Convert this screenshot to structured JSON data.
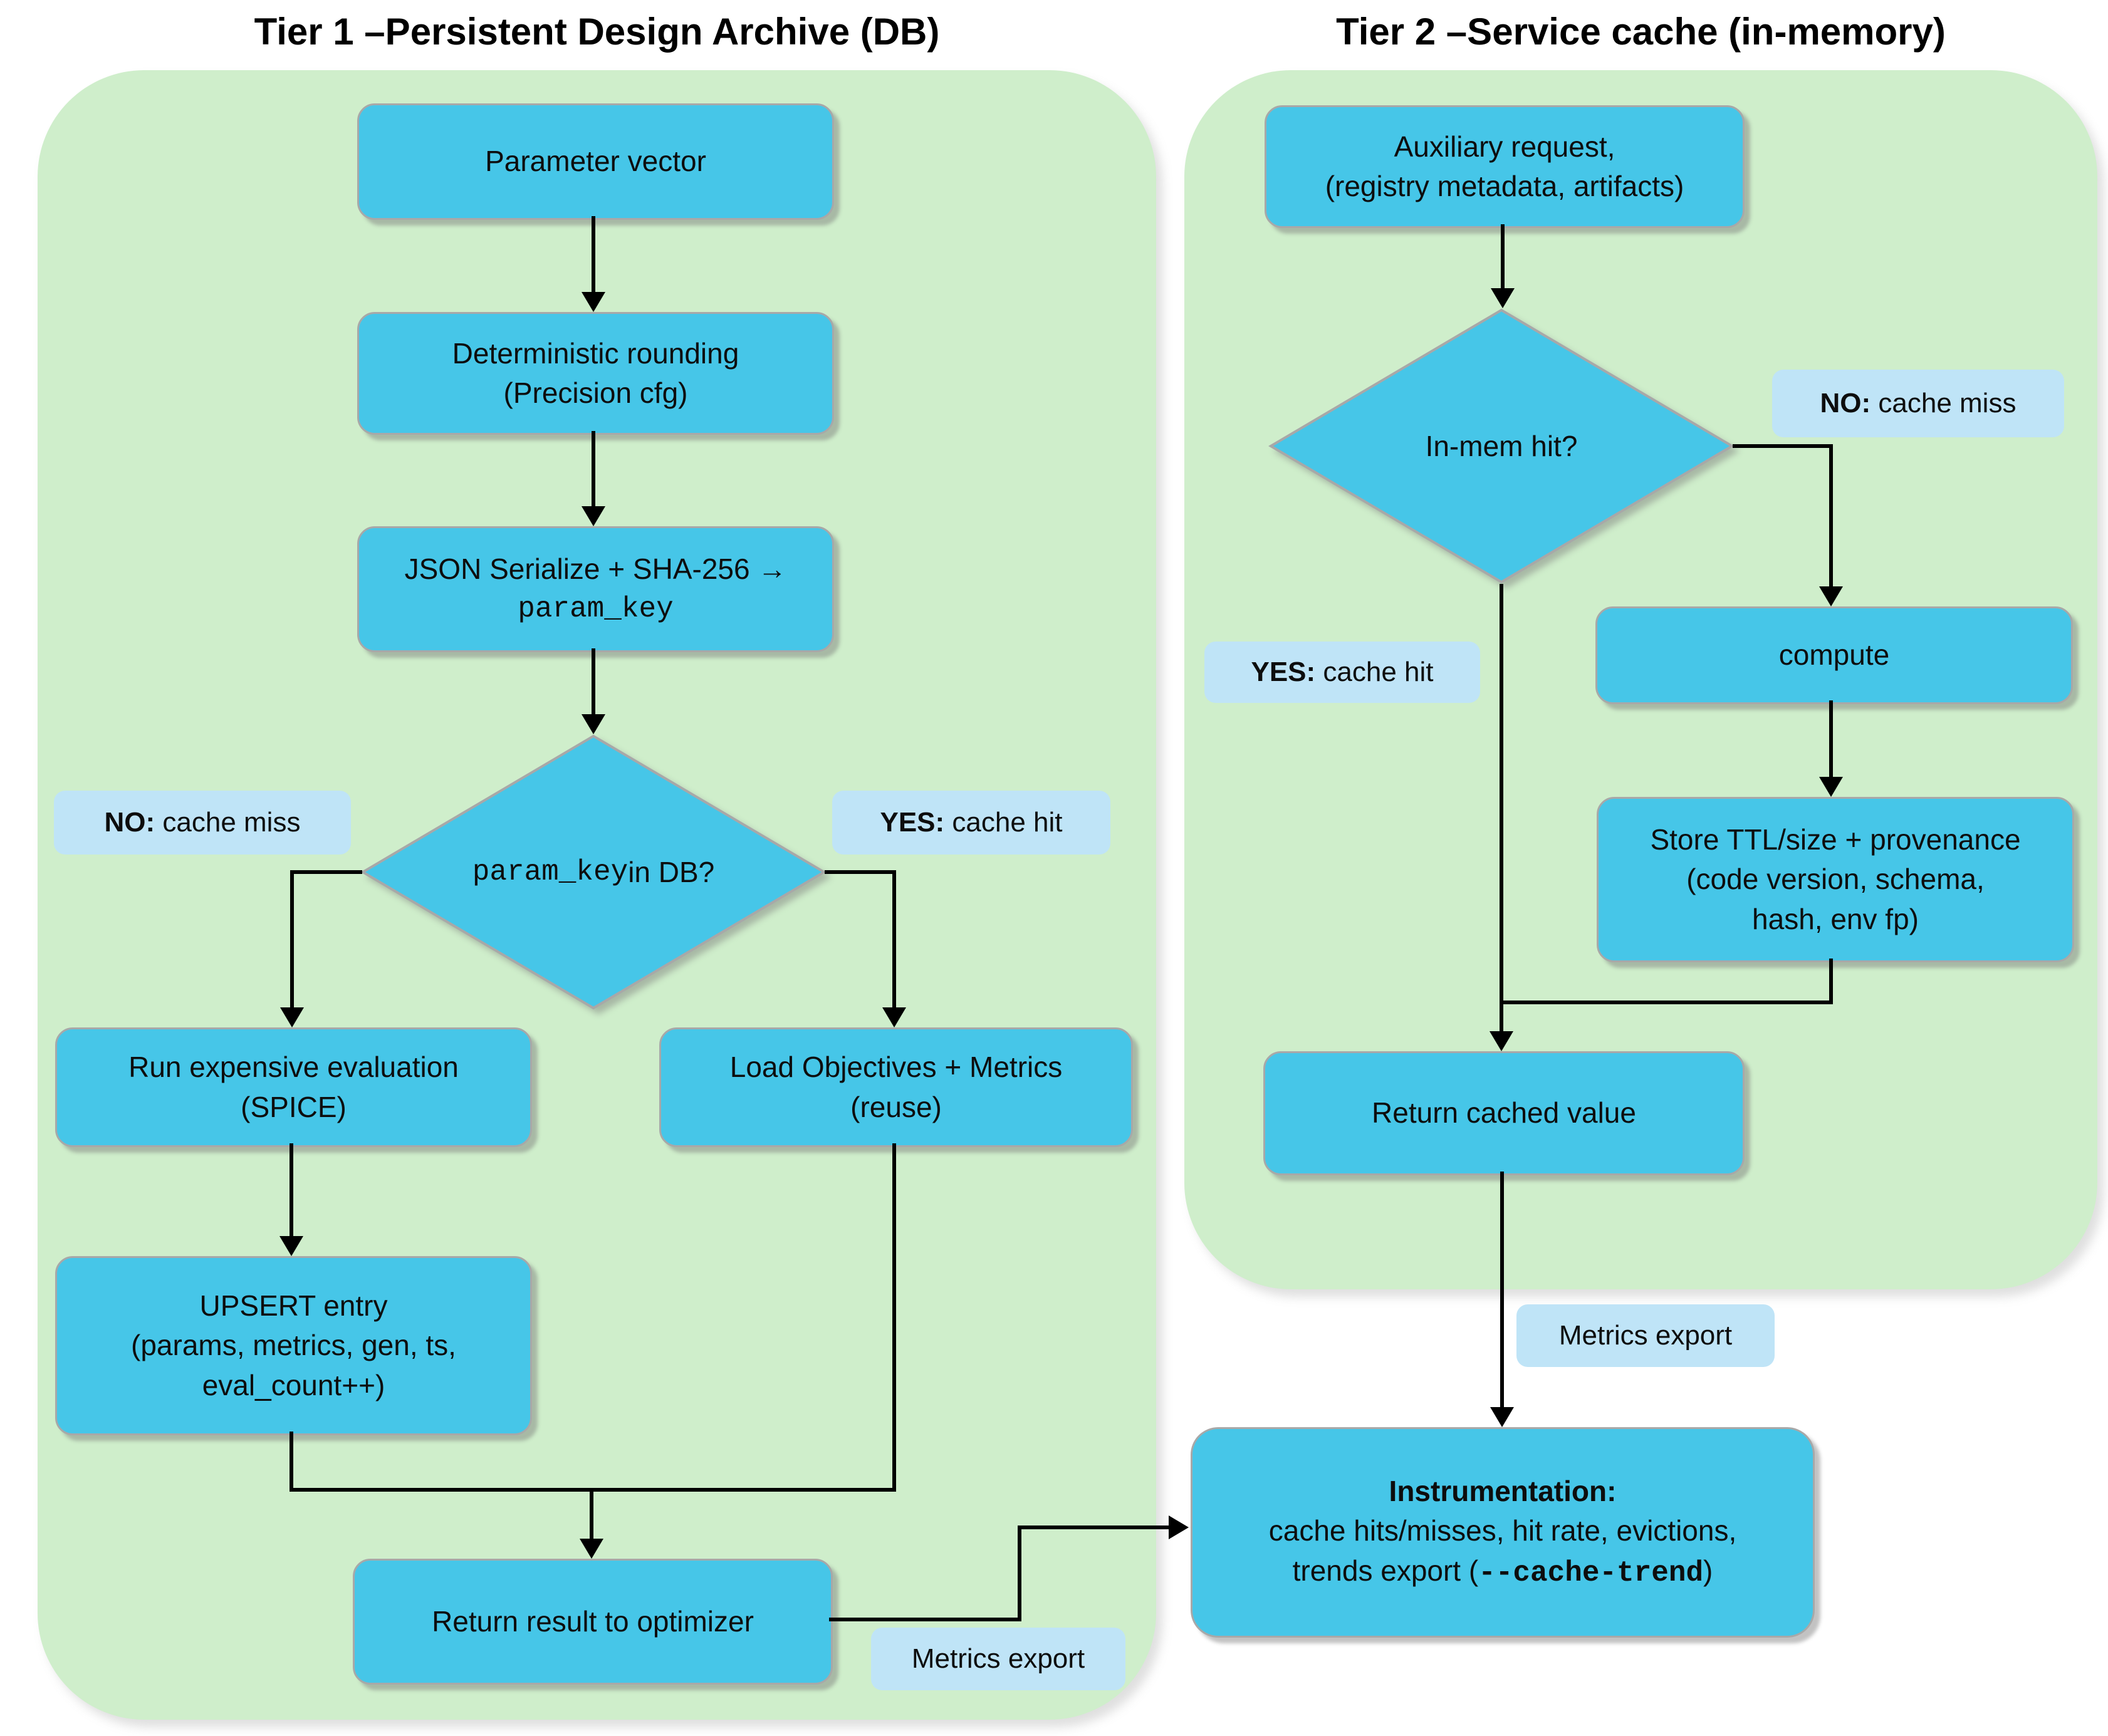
{
  "colors": {
    "panel-green": "#cfeecb",
    "node-cyan": "#46c6e8",
    "tag-blue": "#bfe4f7",
    "connector-black": "#000000"
  },
  "tier1": {
    "title": "Tier 1 –Persistent Design Archive (DB)",
    "nodes": {
      "parameter_vector": "Parameter vector",
      "rounding_l1": "Deterministic rounding",
      "rounding_l2": "(Precision cfg)",
      "serialize_l1": "JSON Serialize + SHA-256 →",
      "serialize_l2_mono": "param_key",
      "decision_mono": "param_key",
      "decision_rest": " in DB?",
      "run_l1": "Run expensive evaluation",
      "run_l2": "(SPICE)",
      "load_l1": "Load Objectives + Metrics",
      "load_l2": "(reuse)",
      "upsert_l1": "UPSERT entry",
      "upsert_l2": "(params, metrics, gen, ts,",
      "upsert_l3": "eval_count++)",
      "return_result": "Return result to optimizer"
    },
    "labels": {
      "no_prefix": "NO:",
      "no_text": " cache miss",
      "yes_prefix": "YES:",
      "yes_text": " cache hit",
      "metrics_export": "Metrics export"
    }
  },
  "tier2": {
    "title": "Tier 2 –Service cache (in-memory)",
    "nodes": {
      "aux_l1": "Auxiliary request,",
      "aux_l2": "(registry metadata, artifacts)",
      "decision": "In-mem hit?",
      "compute": "compute",
      "store_l1": "Store TTL/size + provenance",
      "store_l2": "(code version, schema,",
      "store_l3": "hash, env fp)",
      "return_cached": "Return cached value"
    },
    "labels": {
      "no_prefix": "NO:",
      "no_text": " cache miss",
      "yes_prefix": "YES:",
      "yes_text": " cache hit",
      "metrics_export": "Metrics export"
    }
  },
  "instrumentation": {
    "l1": "Instrumentation:",
    "l2": "cache hits/misses, hit rate, evictions,",
    "l3_pre": "trends export (",
    "l3_mono": "--cache-trend",
    "l3_post": ")"
  }
}
